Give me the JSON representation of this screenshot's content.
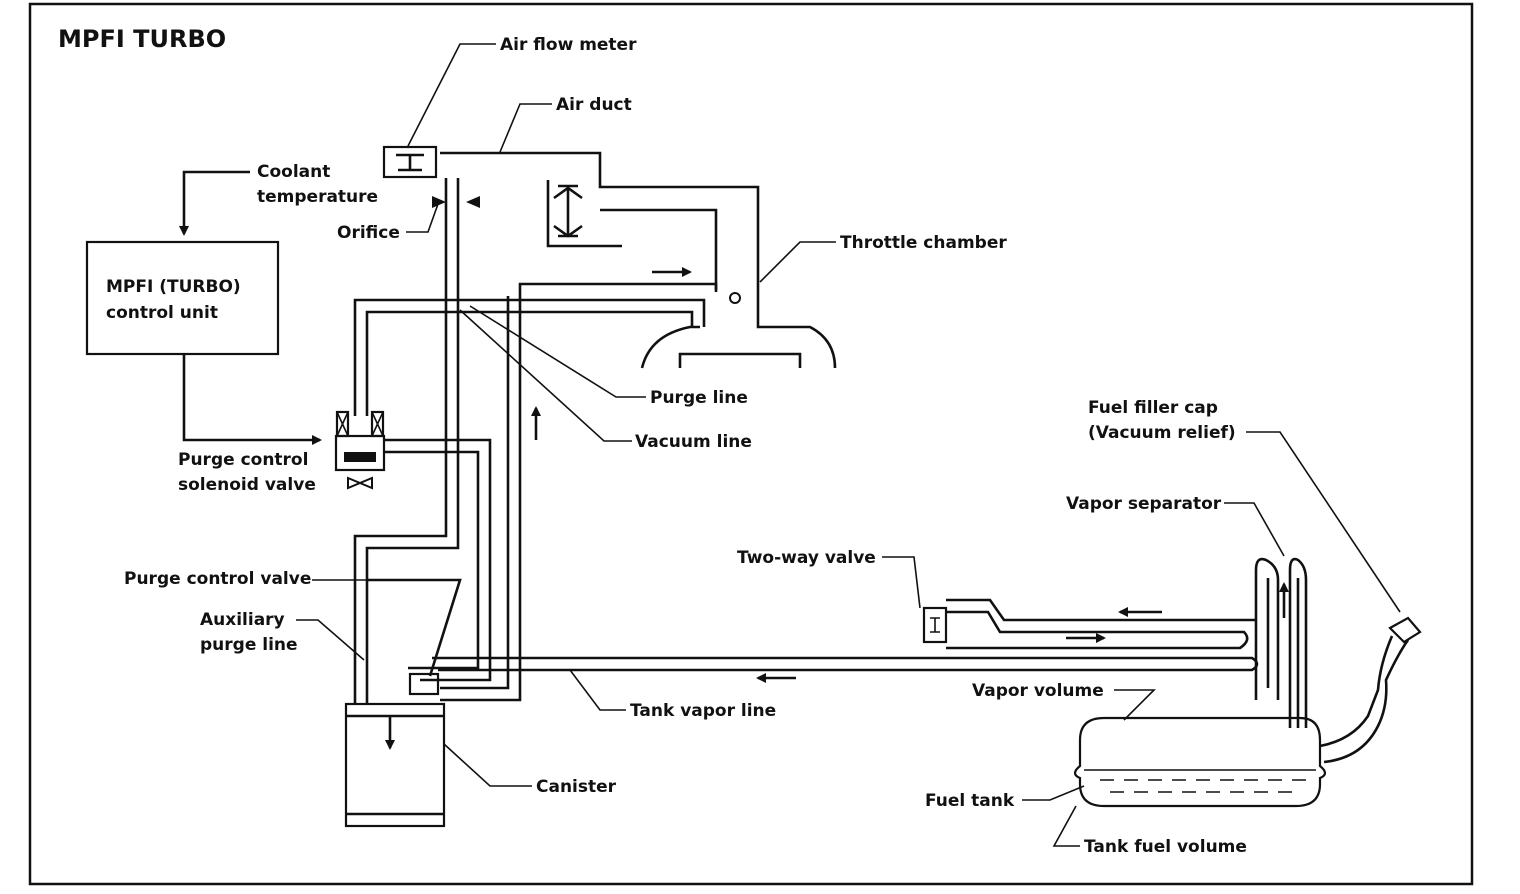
{
  "title": "MPFI TURBO",
  "labels": {
    "air_flow_meter": "Air flow meter",
    "air_duct": "Air duct",
    "coolant_1": "Coolant",
    "coolant_2": "temperature",
    "orifice": "Orifice",
    "throttle_chamber": "Throttle chamber",
    "control_unit_1": "MPFI (TURBO)",
    "control_unit_2": "control unit",
    "purge_line": "Purge line",
    "vacuum_line": "Vacuum line",
    "solenoid_1": "Purge control",
    "solenoid_2": "solenoid valve",
    "purge_control_valve": "Purge control valve",
    "aux_purge_1": "Auxiliary",
    "aux_purge_2": "purge line",
    "tank_vapor_line": "Tank vapor line",
    "canister": "Canister",
    "filler_cap_1": "Fuel filler cap",
    "filler_cap_2": "(Vacuum relief)",
    "vapor_separator": "Vapor separator",
    "two_way_valve": "Two-way valve",
    "vapor_volume": "Vapor volume",
    "fuel_tank": "Fuel tank",
    "tank_fuel_volume": "Tank fuel volume"
  }
}
